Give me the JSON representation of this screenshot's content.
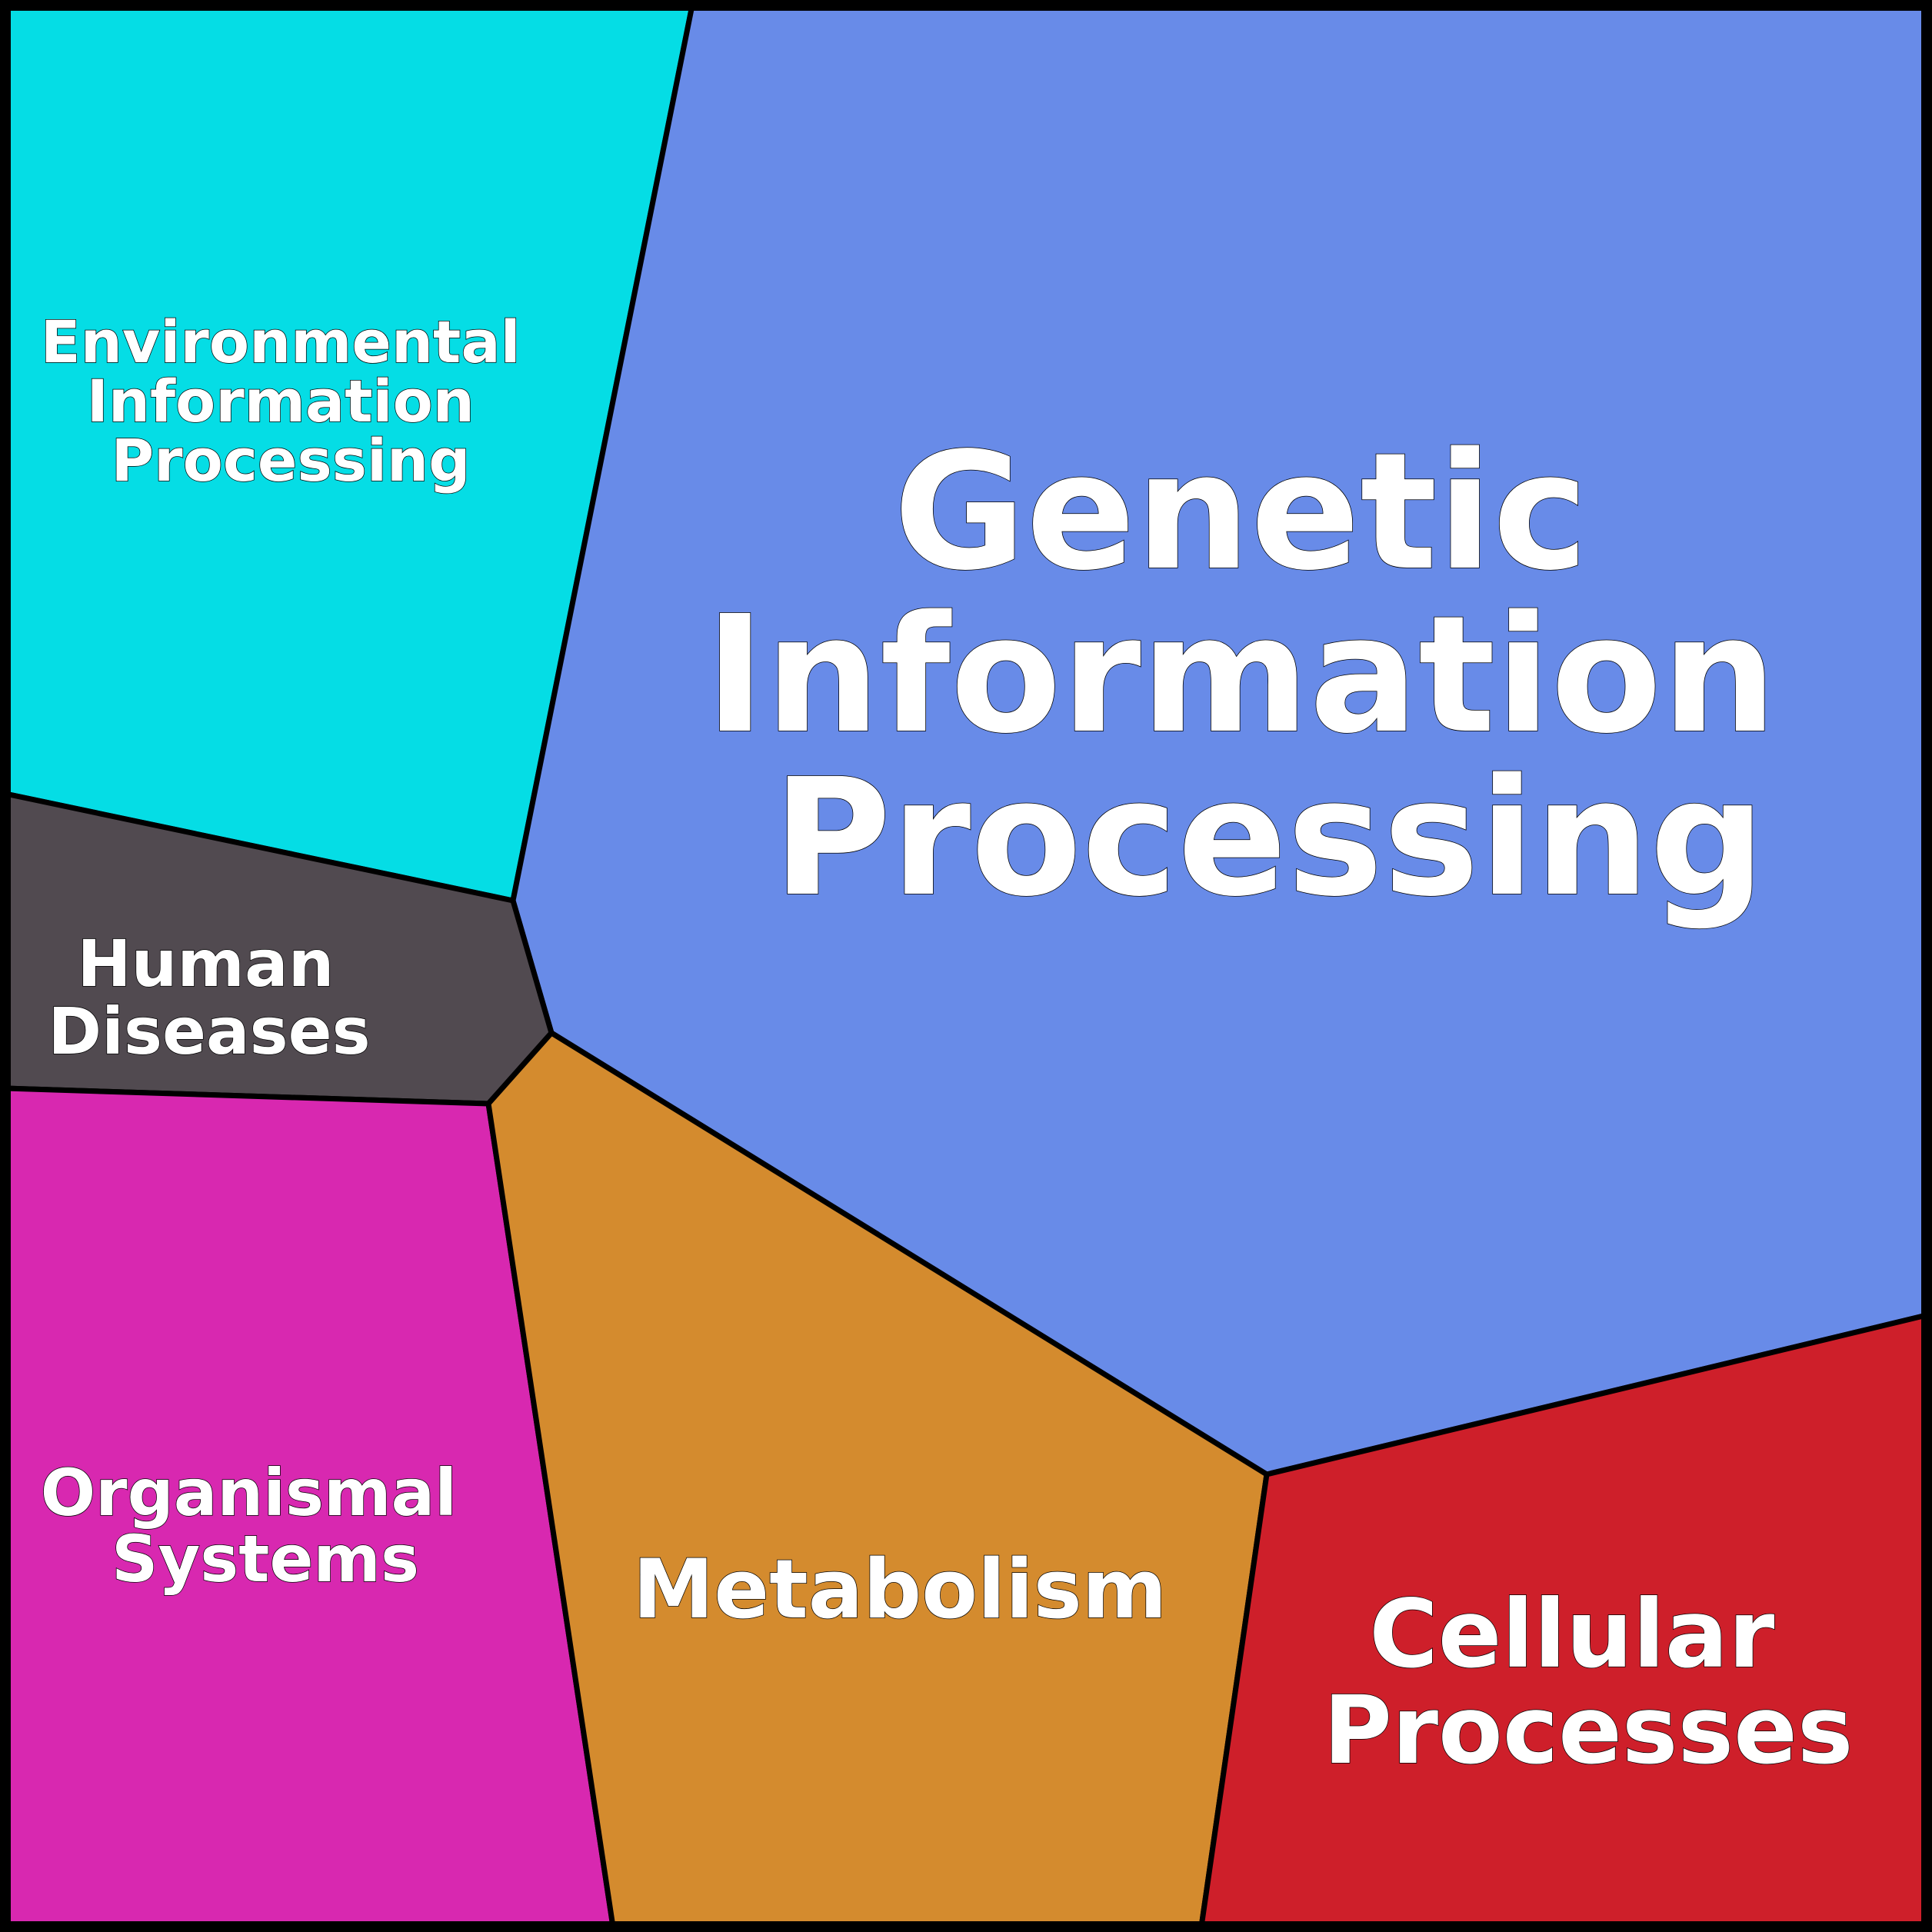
{
  "regions": [
    {
      "key": "environmental",
      "lines": [
        "Environmental",
        "Information",
        "Processing"
      ],
      "color": "#05DDE5"
    },
    {
      "key": "genetic",
      "lines": [
        "Genetic",
        "Information",
        "Processing"
      ],
      "color": "#688BE8"
    },
    {
      "key": "human-diseases",
      "lines": [
        "Human",
        "Diseases"
      ],
      "color": "#514A50"
    },
    {
      "key": "organismal",
      "lines": [
        "Organismal",
        "Systems"
      ],
      "color": "#D828B0"
    },
    {
      "key": "metabolism",
      "lines": [
        "Metabolism"
      ],
      "color": "#D48B2E"
    },
    {
      "key": "cellular",
      "lines": [
        "Cellular",
        "Processes"
      ],
      "color": "#CE1F2A"
    }
  ]
}
